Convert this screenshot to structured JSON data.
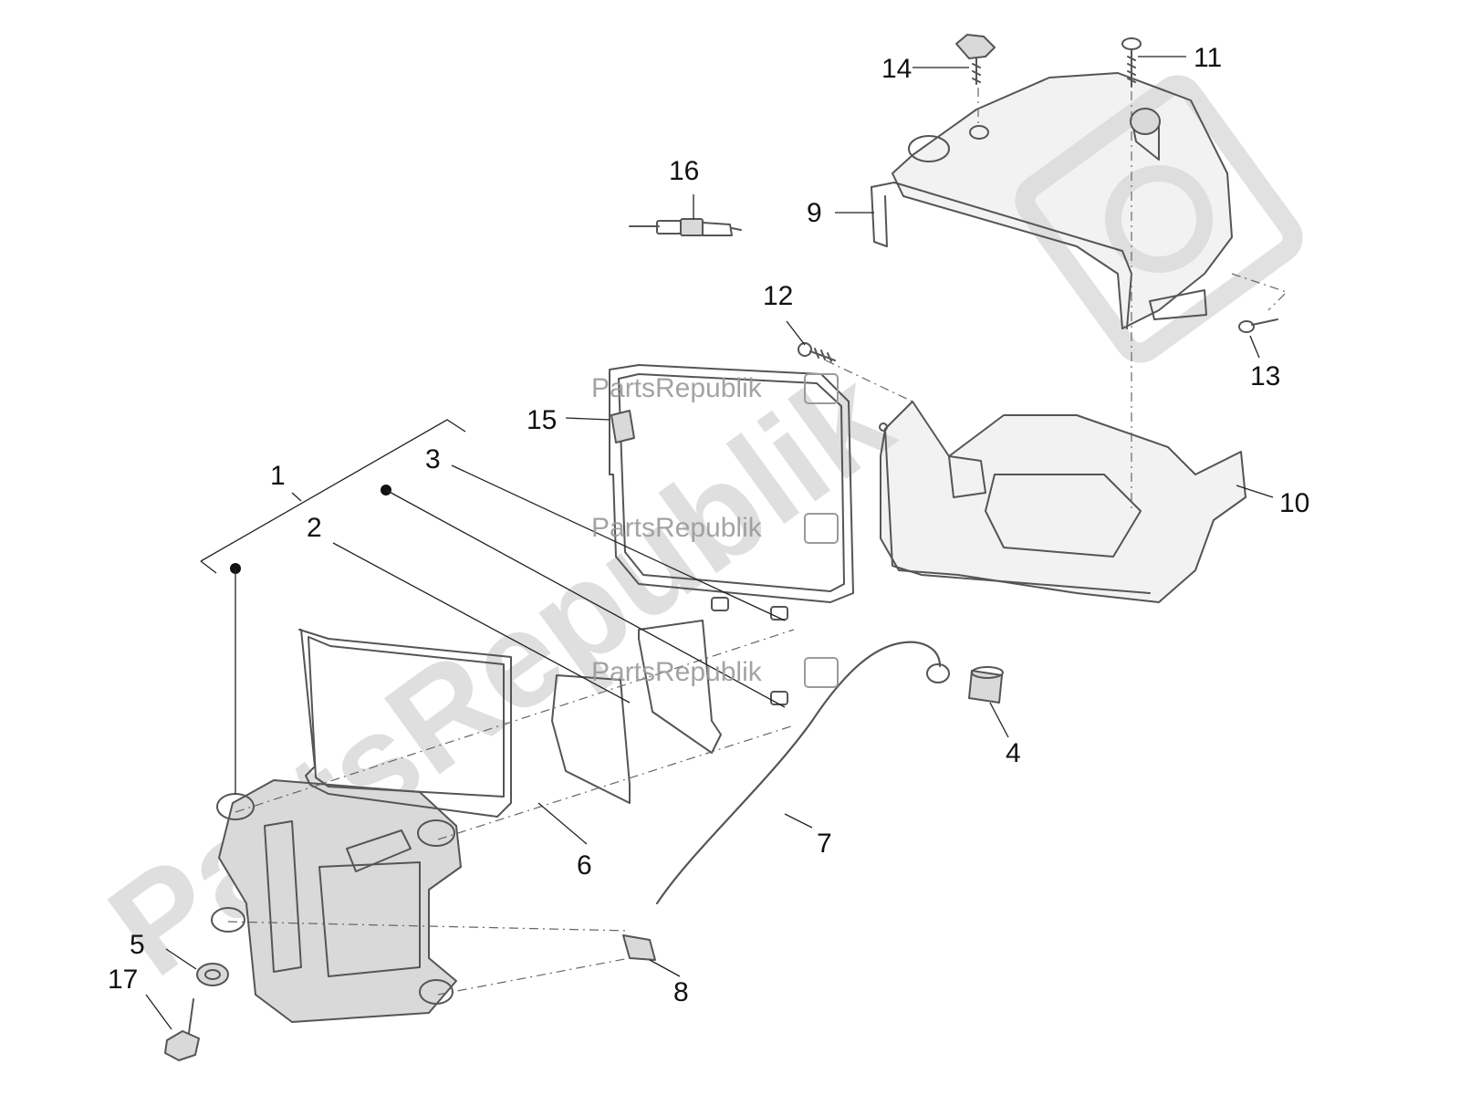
{
  "watermark": {
    "main": "PartsRepublik",
    "small": [
      "PartsRepublik",
      "PartsRepublik",
      "PartsRepublik"
    ]
  },
  "callouts": [
    "1",
    "2",
    "3",
    "4",
    "5",
    "6",
    "7",
    "8",
    "9",
    "10",
    "11",
    "12",
    "13",
    "14",
    "15",
    "16",
    "17"
  ],
  "colors": {
    "line": "#555555",
    "fill": "#d9d9d9",
    "text": "#111111",
    "watermark": "#cfcfcf"
  }
}
